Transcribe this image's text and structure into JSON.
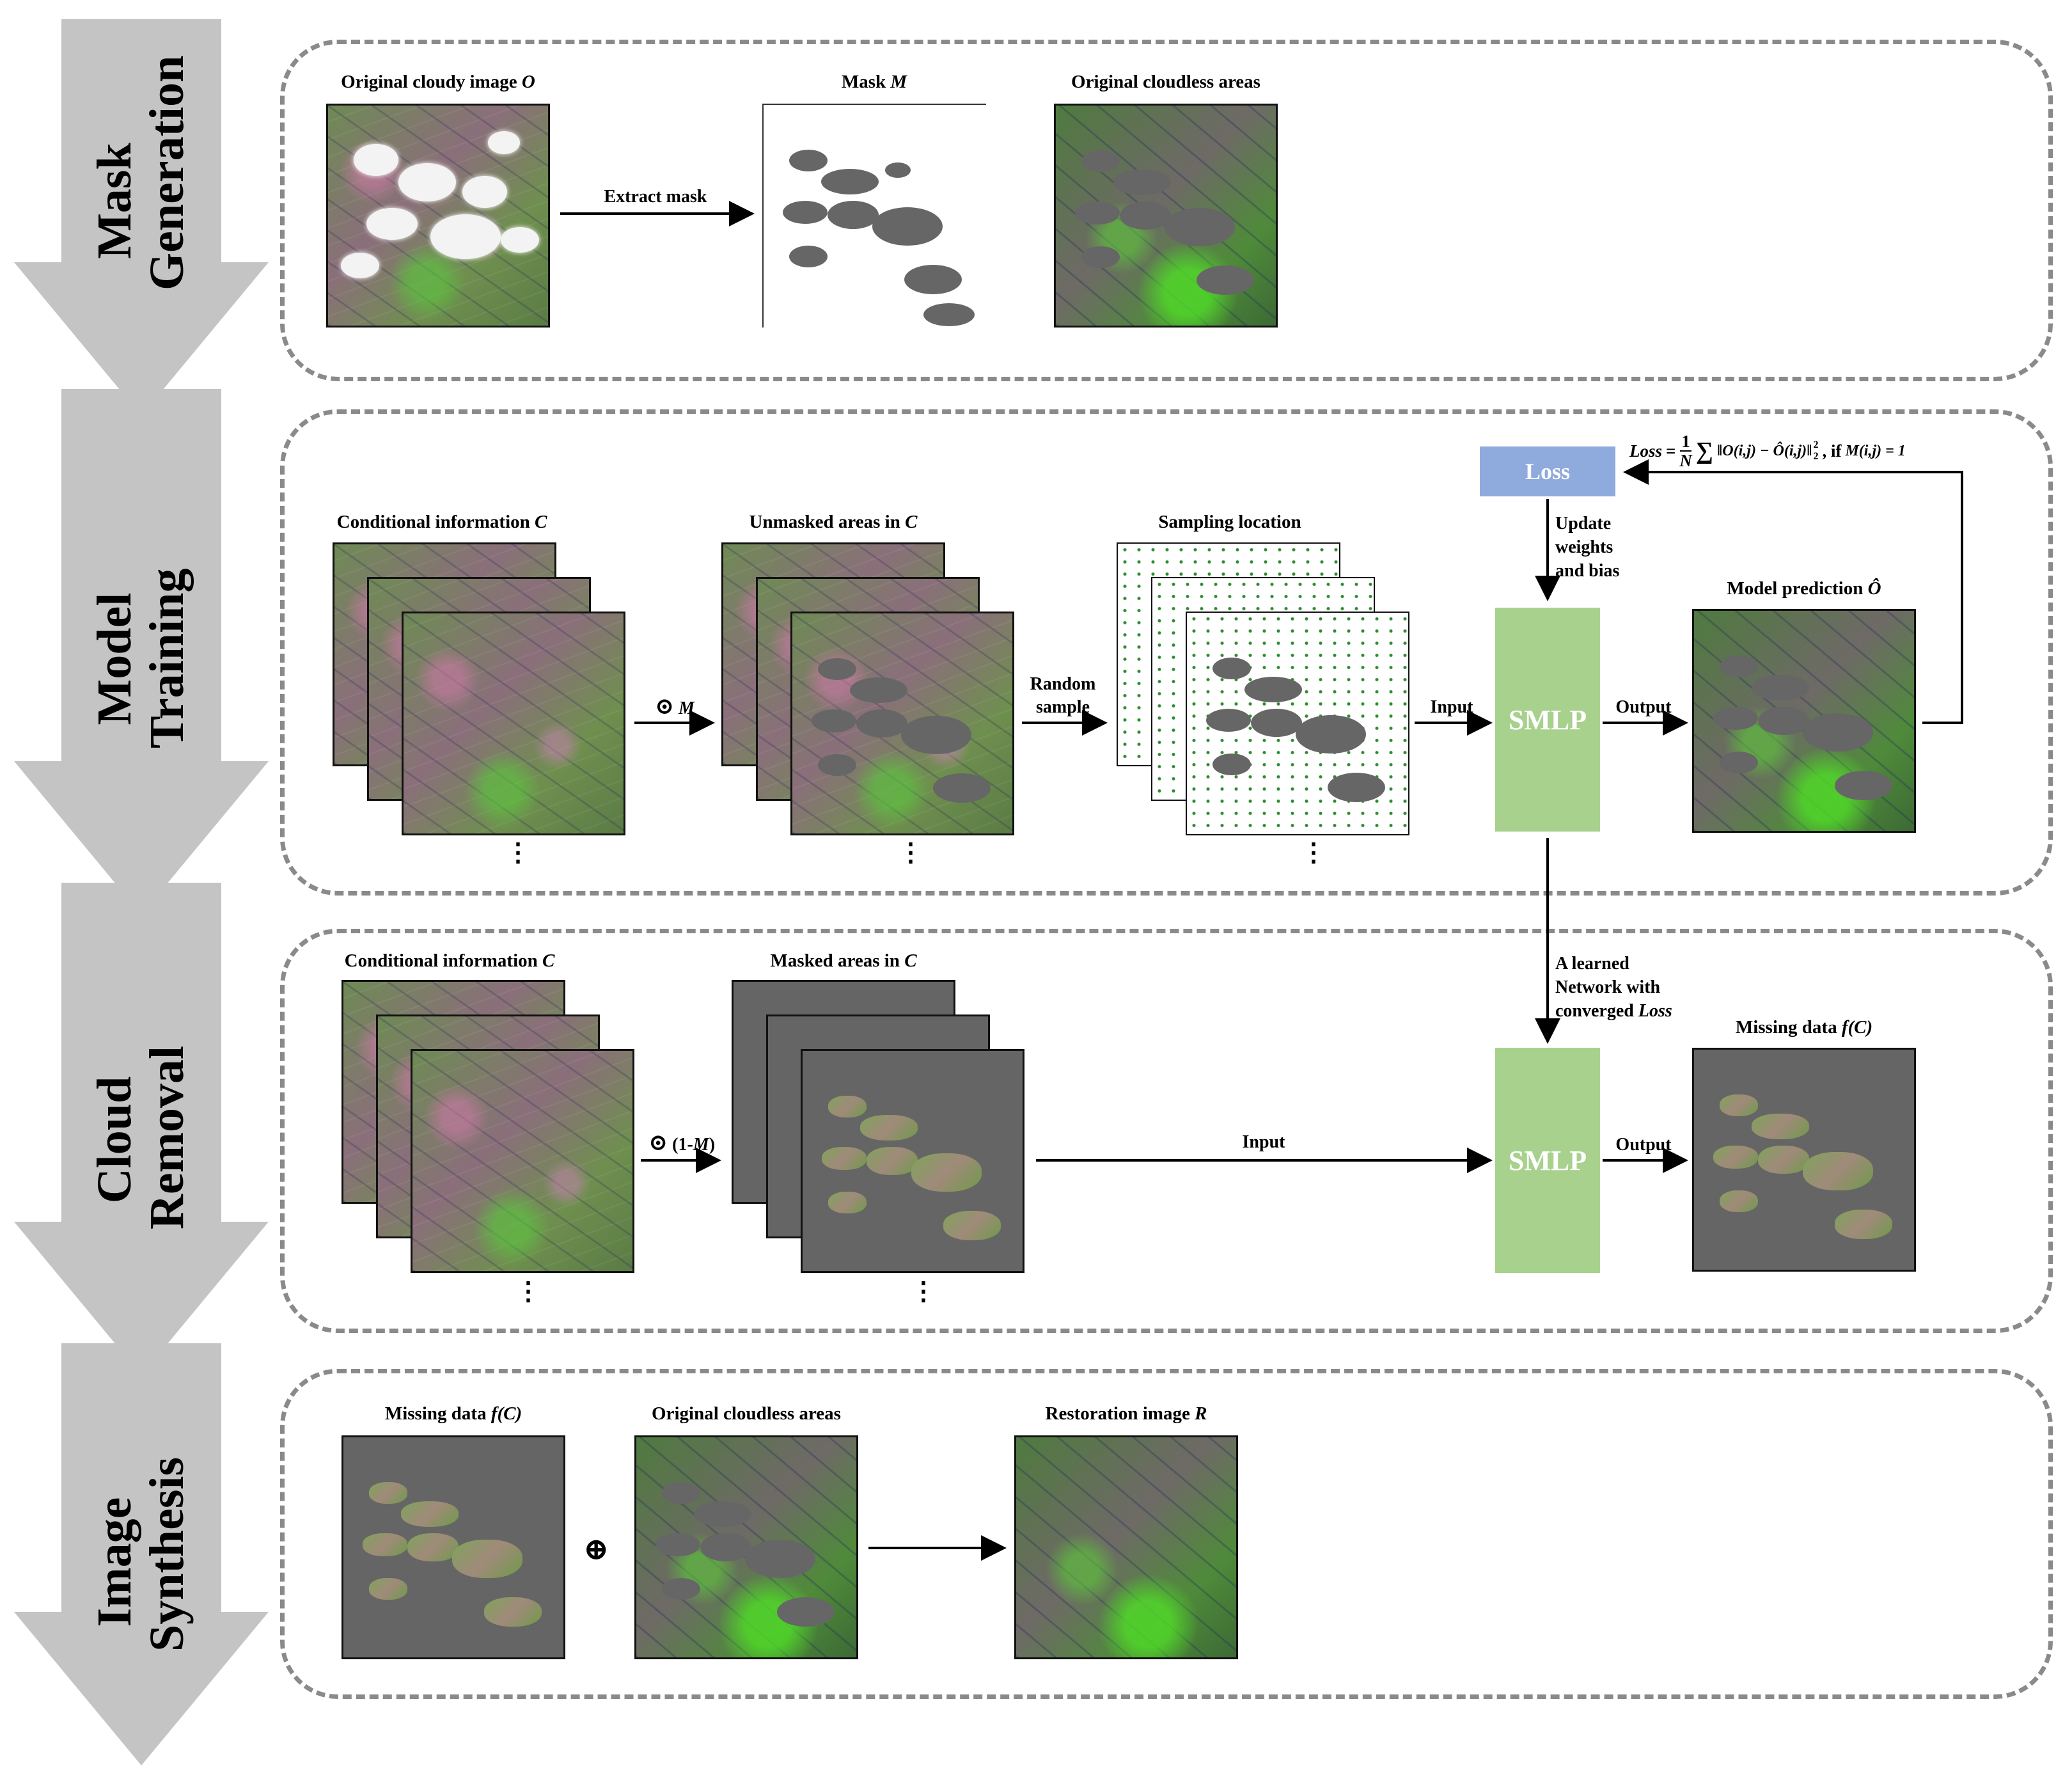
{
  "stages": [
    {
      "line1": "Mask",
      "line2": "Generation"
    },
    {
      "line1": "Model",
      "line2": "Training"
    },
    {
      "line1": "Cloud",
      "line2": "Removal"
    },
    {
      "line1": "Image",
      "line2": "Synthesis"
    }
  ],
  "mask_generation": {
    "cap_original": "Original cloudy image",
    "cap_original_var": "O",
    "cap_mask": "Mask",
    "cap_mask_var": "M",
    "cap_cloudless": "Original cloudless areas",
    "arrow_extract": "Extract mask"
  },
  "model_training": {
    "cap_conditional": "Conditional information",
    "cap_conditional_var": "C",
    "cap_unmasked": "Unmasked areas in",
    "cap_unmasked_var": "C",
    "cap_sampling": "Sampling location",
    "cap_prediction": "Model prediction",
    "cap_prediction_var": "Ô",
    "op_mask": "⊙",
    "op_mask_var": "M",
    "arrow_random_1": "Random",
    "arrow_random_2": "sample",
    "arrow_input": "Input",
    "arrow_output": "Output",
    "smlp": "SMLP",
    "loss_box": "Loss",
    "update_1": "Update",
    "update_2": "weights",
    "update_3": "and bias",
    "formula_loss": "Loss",
    "formula_eq": "=",
    "formula_frac_num": "1",
    "formula_frac_den": "N",
    "formula_sum": "∑",
    "formula_body": "‖O(i,j) − Ô(i,j)‖",
    "formula_sup": "2",
    "formula_sub": "2",
    "formula_if": ",  if",
    "formula_cond": "M(i,j) = 1",
    "vdots": "⋮"
  },
  "cloud_removal": {
    "cap_conditional": "Conditional information",
    "cap_conditional_var": "C",
    "cap_masked": "Masked areas in",
    "cap_masked_var": "C",
    "cap_missing": "Missing data",
    "cap_missing_var": "f(C)",
    "op_symbol": "⊙",
    "op_text": "(1-",
    "op_var": "M",
    "op_close": ")",
    "arrow_input": "Input",
    "arrow_output": "Output",
    "smlp": "SMLP",
    "learned_1": "A learned",
    "learned_2": "Network with",
    "learned_3": "converged",
    "learned_var": "Loss",
    "vdots": "⋮"
  },
  "image_synthesis": {
    "cap_missing": "Missing data",
    "cap_missing_var": "f(C)",
    "cap_cloudless": "Original cloudless areas",
    "cap_restoration": "Restoration image",
    "cap_restoration_var": "R",
    "op_plus": "⊕"
  },
  "colors": {
    "stage_arrow": "#c4c4c4",
    "panel_border": "#8a8a8a",
    "smlp_fill": "#a9d18e",
    "loss_fill": "#8faadc",
    "mask_gray": "#666666"
  }
}
